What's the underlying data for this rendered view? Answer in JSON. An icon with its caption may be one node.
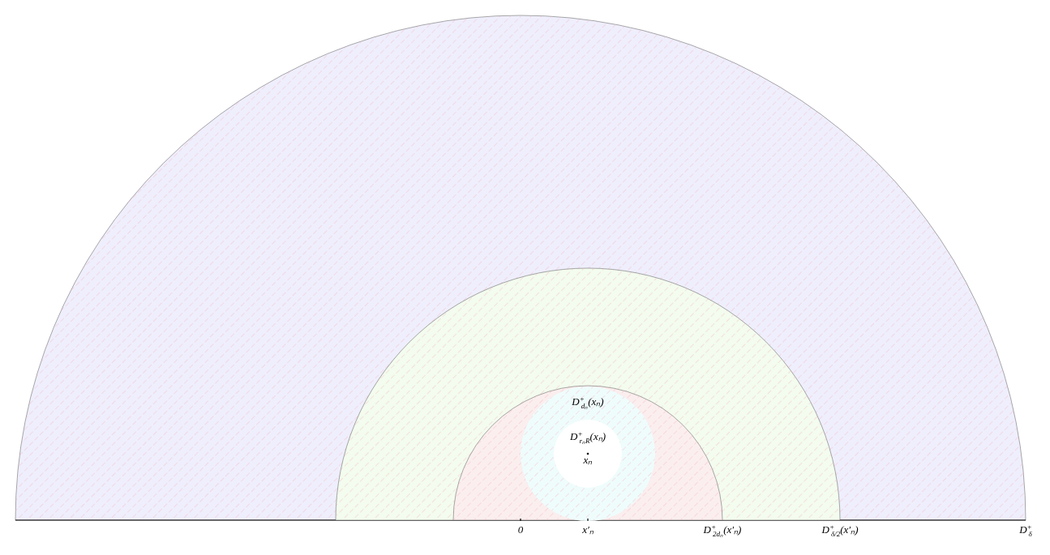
{
  "diagram": {
    "nodes": [
      {
        "text": [
          "D$^{+}$$_{δ}$"
        ]
      },
      {
        "text": [
          "D$^{+}$$_{δ/2}$(x′ₙ)"
        ],
        "in": 0
      },
      {
        "text": [
          "D$^{+}$$_{2dₙ}$(x′ₙ)"
        ],
        "in": 1
      },
      {
        "text": [
          "D$^{+}$$_{dₙ}$(xₙ)"
        ],
        "in": 2
      },
      {
        "text": [
          "D$^{+}$$_{rₙR}$(xₙ)"
        ],
        "in": 3
      }
    ],
    "labels": [
      "xₙ",
      "0",
      "x′ₙ"
    ]
  }
}
